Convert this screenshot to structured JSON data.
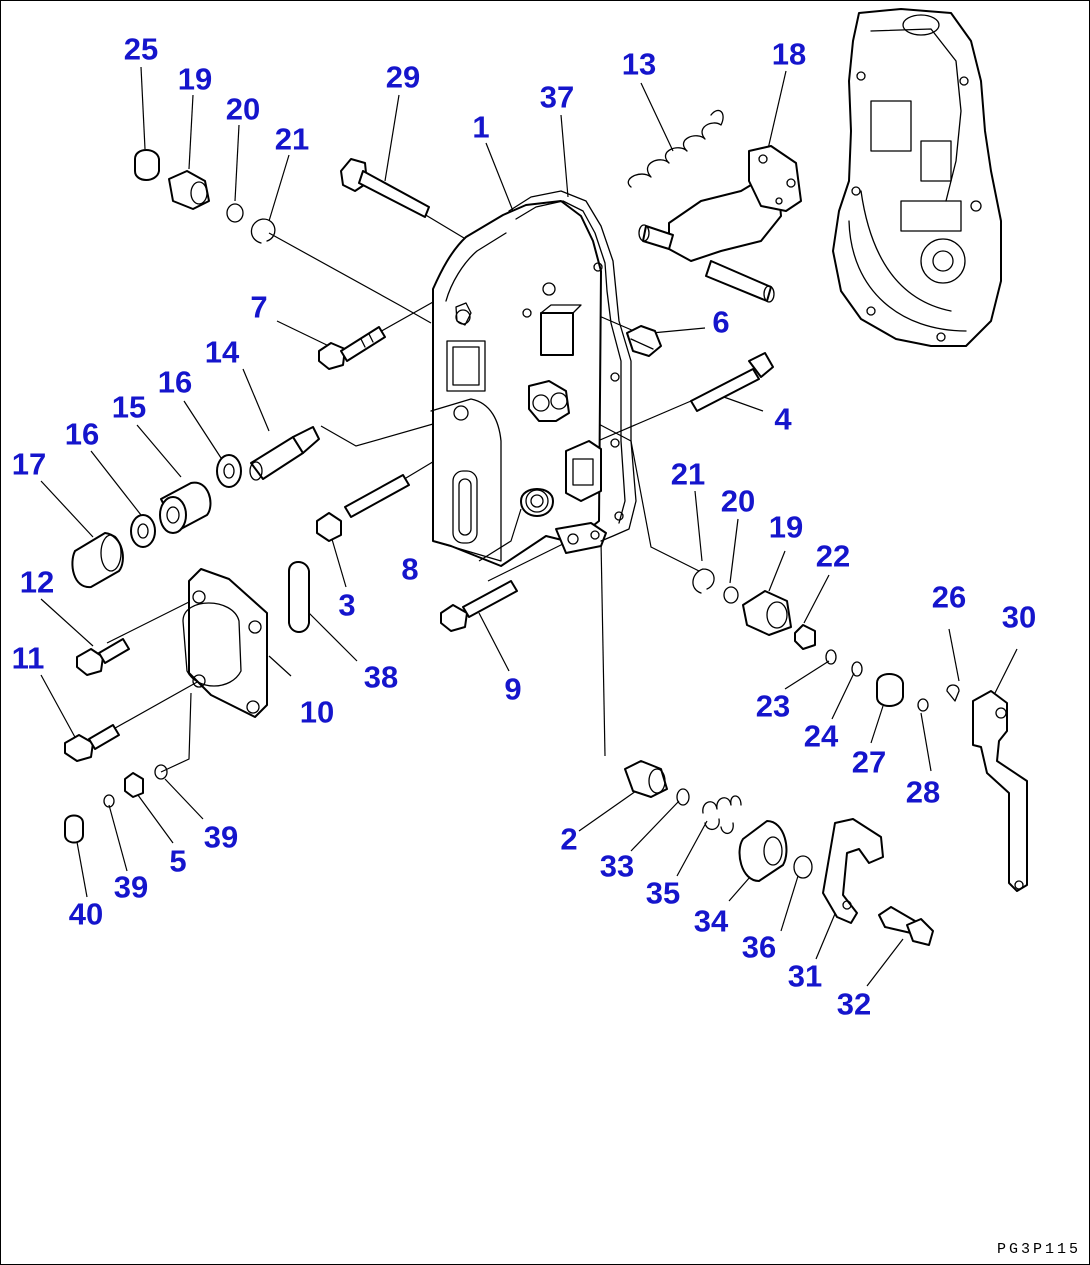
{
  "diagram": {
    "page_code": "PG3P115",
    "line_color": "#000000",
    "label_color": "#1515cc",
    "callouts": [
      {
        "id": "c25",
        "text": "25"
      },
      {
        "id": "c19a",
        "text": "19"
      },
      {
        "id": "c20a",
        "text": "20"
      },
      {
        "id": "c21a",
        "text": "21"
      },
      {
        "id": "c29",
        "text": "29"
      },
      {
        "id": "c13",
        "text": "13"
      },
      {
        "id": "c18",
        "text": "18"
      },
      {
        "id": "c37",
        "text": "37"
      },
      {
        "id": "c1",
        "text": "1"
      },
      {
        "id": "c7",
        "text": "7"
      },
      {
        "id": "c6",
        "text": "6"
      },
      {
        "id": "c14",
        "text": "14"
      },
      {
        "id": "c16a",
        "text": "16"
      },
      {
        "id": "c15",
        "text": "15"
      },
      {
        "id": "c16b",
        "text": "16"
      },
      {
        "id": "c17",
        "text": "17"
      },
      {
        "id": "c4",
        "text": "4"
      },
      {
        "id": "c21b",
        "text": "21"
      },
      {
        "id": "c20b",
        "text": "20"
      },
      {
        "id": "c19b",
        "text": "19"
      },
      {
        "id": "c22",
        "text": "22"
      },
      {
        "id": "c8",
        "text": "8"
      },
      {
        "id": "c3",
        "text": "3"
      },
      {
        "id": "c12",
        "text": "12"
      },
      {
        "id": "c26",
        "text": "26"
      },
      {
        "id": "c30",
        "text": "30"
      },
      {
        "id": "c38",
        "text": "38"
      },
      {
        "id": "c9",
        "text": "9"
      },
      {
        "id": "c11",
        "text": "11"
      },
      {
        "id": "c10",
        "text": "10"
      },
      {
        "id": "c23",
        "text": "23"
      },
      {
        "id": "c24",
        "text": "24"
      },
      {
        "id": "c27",
        "text": "27"
      },
      {
        "id": "c28",
        "text": "28"
      },
      {
        "id": "c39a",
        "text": "39"
      },
      {
        "id": "c2",
        "text": "2"
      },
      {
        "id": "c33",
        "text": "33"
      },
      {
        "id": "c35",
        "text": "35"
      },
      {
        "id": "c5",
        "text": "5"
      },
      {
        "id": "c39b",
        "text": "39"
      },
      {
        "id": "c40",
        "text": "40"
      },
      {
        "id": "c34",
        "text": "34"
      },
      {
        "id": "c36",
        "text": "36"
      },
      {
        "id": "c31",
        "text": "31"
      },
      {
        "id": "c32",
        "text": "32"
      }
    ]
  }
}
